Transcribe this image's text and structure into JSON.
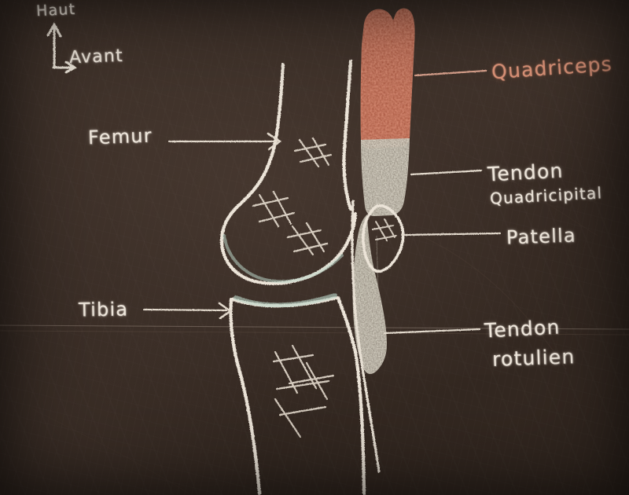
{
  "scene": {
    "medium": "chalkboard-drawing",
    "subject": "knee-joint-sagittal-anatomy",
    "language": "fr",
    "board_color": "#3a2d26"
  },
  "orientation": {
    "up_label": "Haut",
    "front_label": "Avant"
  },
  "labels": {
    "femur": "Femur",
    "tibia": "Tibia",
    "quadriceps": "Quadriceps",
    "tendon_quadricipital_line1": "Tendon",
    "tendon_quadricipital_line2": "Quadricipital",
    "patella": "Patella",
    "tendon_rotulien_line1": "Tendon",
    "tendon_rotulien_line2": "rotulien"
  },
  "colors": {
    "chalk_white": "#efe7dc",
    "chalk_salmon": "#dd9479",
    "chalk_cartilage": "#bcd6c9",
    "tendon_fill": "#d9d4c6",
    "muscle_fill": "#d98b72",
    "board": "#3a2d26"
  },
  "structures": [
    {
      "name": "femur",
      "kind": "bone",
      "color": "#efe7dc",
      "hatched": true
    },
    {
      "name": "tibia",
      "kind": "bone",
      "color": "#efe7dc",
      "hatched": true
    },
    {
      "name": "patella",
      "kind": "bone",
      "color": "#efe7dc",
      "hatched": true
    },
    {
      "name": "quadriceps",
      "kind": "muscle",
      "color": "#d98b72",
      "hatched": false
    },
    {
      "name": "quadriceps-tendon",
      "kind": "tendon",
      "color": "#d9d4c6",
      "hatched": false
    },
    {
      "name": "patellar-tendon",
      "kind": "tendon",
      "color": "#d9d4c6",
      "hatched": false
    },
    {
      "name": "femoral-cartilage",
      "kind": "cartilage",
      "color": "#bcd6c9",
      "hatched": false
    },
    {
      "name": "tibial-cartilage",
      "kind": "cartilage",
      "color": "#bcd6c9",
      "hatched": false
    }
  ],
  "leader_lines": [
    {
      "from": "femur-label",
      "to": "femur-shaft",
      "arrow": true
    },
    {
      "from": "tibia-label",
      "to": "tibia-plateau",
      "arrow": true
    },
    {
      "from": "quadriceps-muscle",
      "to": "quadriceps-label",
      "arrow": false
    },
    {
      "from": "quadriceps-tendon",
      "to": "tendon-quadricipital-label",
      "arrow": false
    },
    {
      "from": "patella",
      "to": "patella-label",
      "arrow": false
    },
    {
      "from": "patellar-tendon",
      "to": "tendon-rotulien-label",
      "arrow": false
    }
  ]
}
